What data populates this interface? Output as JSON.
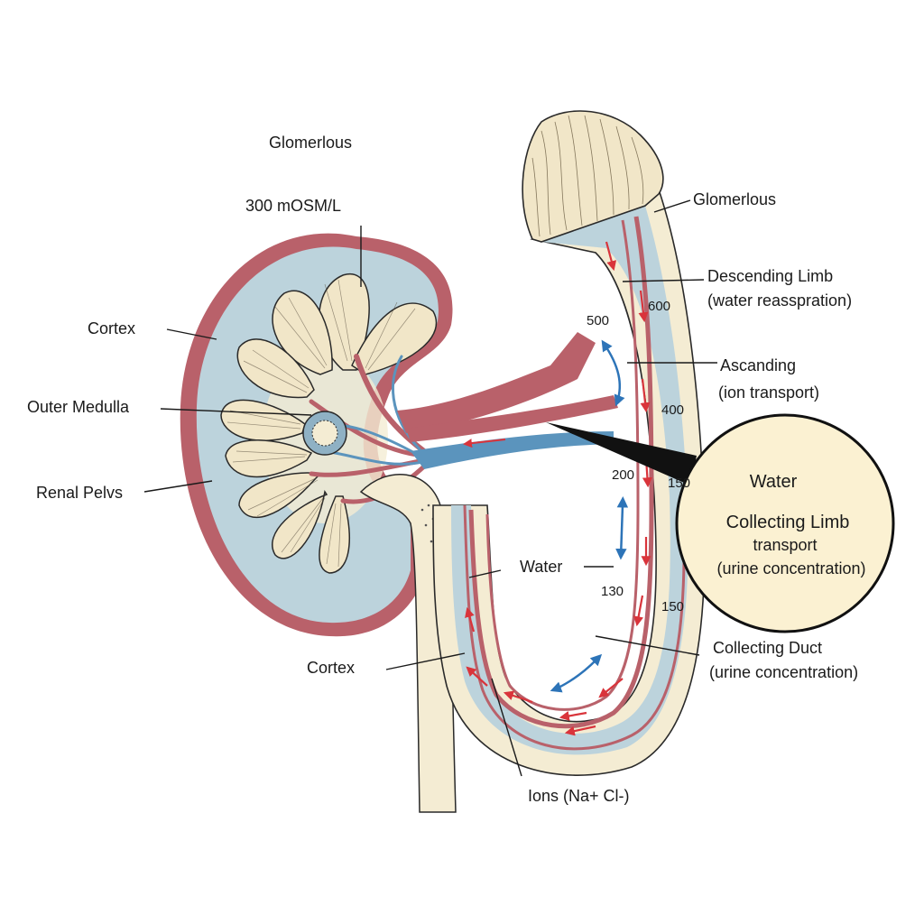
{
  "labels": {
    "glomerlous_top": "Glomerlous",
    "osm_300": "300 mOSM/L",
    "cortex_left": "Cortex",
    "outer_medulla": "Outer Medulla",
    "renal_pelvis": "Renal Pelvs",
    "glomerlous_right": "Glomerlous",
    "descending_limb": "Descending Limb",
    "descending_limb_sub": "(water reasspration)",
    "ascending": "Ascanding",
    "ascending_sub": "(ion transport)",
    "water_mid": "Water",
    "cortex_bottom": "Cortex",
    "collecting_duct": "Collecting Duct",
    "collecting_duct_sub": "(urine concentration)",
    "ions": "Ions (Na+ Cl-)"
  },
  "values": {
    "v500": "500",
    "v600": "600",
    "v400": "400",
    "v200": "200",
    "v150a": "150",
    "v130": "130",
    "v150b": "150"
  },
  "callout": {
    "line1": "Water",
    "line2": "Collecting Limb",
    "line3": "transport",
    "line4": "(urine concentration)"
  },
  "colors": {
    "tissue_fill": "#bcd3dc",
    "cortex_red": "#b9616a",
    "cream": "#f4ecd3",
    "blue_vessel": "#5b94bd",
    "arrow_red": "#d9343b",
    "arrow_blue": "#2d74b8",
    "callout_fill": "#fbf1d2"
  }
}
